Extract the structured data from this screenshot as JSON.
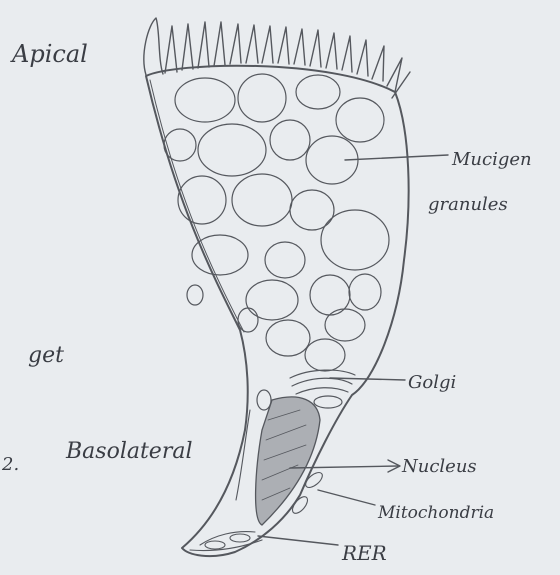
{
  "labels": {
    "apical": "Apical",
    "mucigen_line1": "Mucigen",
    "mucigen_line2": "granules",
    "golgi": "Golgi",
    "nucleus": "Nucleus",
    "mitochondria": "Mitochondria",
    "rer": "RER",
    "basolateral": "Basolateral",
    "margin_get": "get",
    "margin_mark": "2."
  },
  "colors": {
    "paper": "#e9ecef",
    "ink": "#3a3d44",
    "pencil": "#55585e",
    "shade": "#7a7d83"
  }
}
